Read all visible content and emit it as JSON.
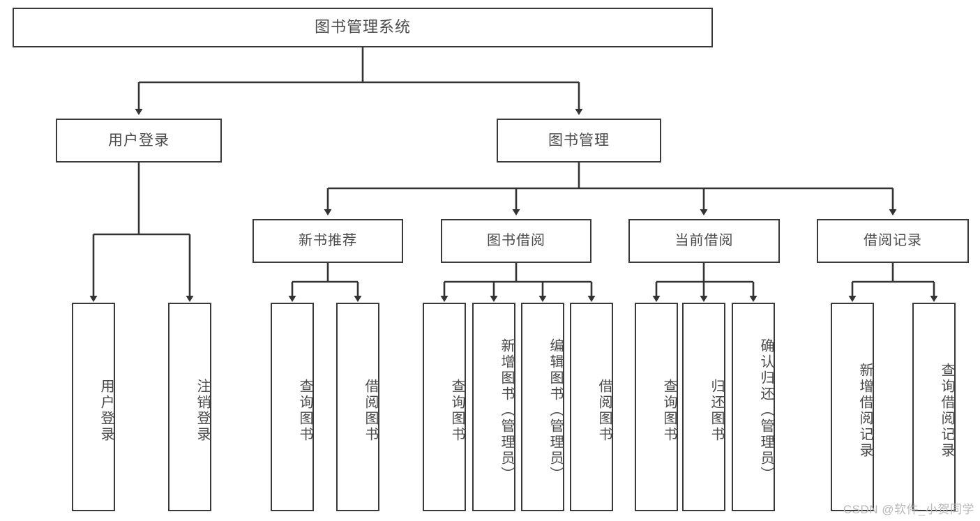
{
  "diagram": {
    "type": "tree-hierarchy-chart",
    "title": "图书管理系统",
    "root": {
      "id": "root",
      "label": "图书管理系统"
    },
    "level2": [
      {
        "id": "user-login",
        "label": "用户登录"
      },
      {
        "id": "book-manage",
        "label": "图书管理"
      }
    ],
    "level3": [
      {
        "id": "new-book-recommend",
        "label": "新书推荐",
        "parent": "book-manage"
      },
      {
        "id": "book-borrow",
        "label": "图书借阅",
        "parent": "book-manage"
      },
      {
        "id": "current-borrow",
        "label": "当前借阅",
        "parent": "book-manage"
      },
      {
        "id": "borrow-record",
        "label": "借阅记录",
        "parent": "book-manage"
      }
    ],
    "leaves": [
      {
        "id": "leaf-user-login",
        "label": "用户登录",
        "parent": "user-login"
      },
      {
        "id": "leaf-logout-login",
        "label": "注销登录",
        "parent": "user-login"
      },
      {
        "id": "leaf-query-book-1",
        "label": "查询图书",
        "parent": "new-book-recommend"
      },
      {
        "id": "leaf-borrow-book-1",
        "label": "借阅图书",
        "parent": "new-book-recommend"
      },
      {
        "id": "leaf-query-book-2",
        "label": "查询图书",
        "parent": "book-borrow"
      },
      {
        "id": "leaf-add-book",
        "label": "新增图书（管理员）",
        "parent": "book-borrow"
      },
      {
        "id": "leaf-edit-book",
        "label": "编辑图书（管理员）",
        "parent": "book-borrow"
      },
      {
        "id": "leaf-borrow-book-2",
        "label": "借阅图书",
        "parent": "book-borrow"
      },
      {
        "id": "leaf-query-book-3",
        "label": "查询图书",
        "parent": "current-borrow"
      },
      {
        "id": "leaf-return-book",
        "label": "归还图书",
        "parent": "current-borrow"
      },
      {
        "id": "leaf-confirm-return",
        "label": "确认归还（管理员）",
        "parent": "current-borrow"
      },
      {
        "id": "leaf-add-record",
        "label": "新增借阅记录",
        "parent": "borrow-record"
      },
      {
        "id": "leaf-query-record",
        "label": "查询借阅记录",
        "parent": "borrow-record"
      }
    ],
    "colors": {
      "box_border": "#3a3a3a",
      "box_fill": "#ffffff",
      "connector": "#333333",
      "text": "#4a4a4a",
      "watermark": "#b9b9b9",
      "background": "#ffffff"
    }
  },
  "watermark": {
    "text": "CSDN @软件_小贺同学"
  }
}
